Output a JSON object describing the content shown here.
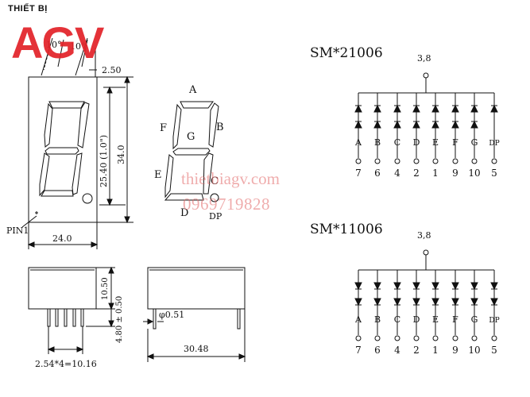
{
  "brand": {
    "top_text": "THIẾT BỊ",
    "logo_text": "AGV"
  },
  "watermark": {
    "site": "thietbiagv.com",
    "phone": "0969719828"
  },
  "front_view": {
    "angle_left": "10°",
    "angle_right": "10°",
    "dim_top": "2.50",
    "dim_height_mm": "25.40 (1.0\")",
    "dim_height_total": "34.0",
    "dim_width": "24.0",
    "pin1": "PIN1"
  },
  "segment_diagram": {
    "a": "A",
    "b": "B",
    "c": "C",
    "d": "D",
    "e": "E",
    "f": "F",
    "g": "G",
    "dp": "DP"
  },
  "side_view_left": {
    "dim_body_height": "10.50",
    "dim_pin_length": "4.80 ± 0.50",
    "dim_pin_pitch": "2.54*4=10.16"
  },
  "side_view_right": {
    "dim_pin_dia": "φ0.51",
    "dim_width": "30.48"
  },
  "schematic_top": {
    "title": "SM*21006",
    "common_pin": "3,8",
    "segments": [
      "A",
      "B",
      "C",
      "D",
      "E",
      "F",
      "G",
      "DP"
    ],
    "pins": [
      "7",
      "6",
      "4",
      "2",
      "1",
      "9",
      "10",
      "5"
    ]
  },
  "schematic_bottom": {
    "title": "SM*11006",
    "common_pin": "3,8",
    "segments": [
      "A",
      "B",
      "C",
      "D",
      "E",
      "F",
      "G",
      "DP"
    ],
    "pins": [
      "7",
      "6",
      "4",
      "2",
      "1",
      "9",
      "10",
      "5"
    ]
  },
  "colors": {
    "line": "#111111",
    "brand_red": "#e3232a",
    "watermark": "#e36a6a"
  }
}
